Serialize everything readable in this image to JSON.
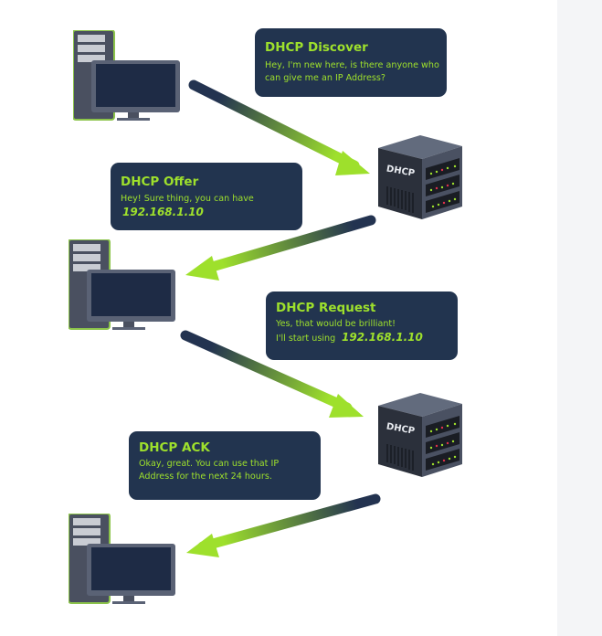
{
  "steps": [
    {
      "title": "DHCP Discover",
      "lines": [
        "Hey, I'm new here, is there anyone who",
        "can give me an IP Address?"
      ]
    },
    {
      "title": "DHCP Offer",
      "lines": [
        "Hey! Sure thing, you can have"
      ],
      "ip": "192.168.1.10"
    },
    {
      "title": "DHCP Request",
      "lines": [
        "Yes, that would be brilliant!",
        "I'll start using"
      ],
      "ip": "192.168.1.10"
    },
    {
      "title": "DHCP ACK",
      "lines": [
        "Okay, great. You can use that IP",
        "Address for the next 24 hours."
      ]
    }
  ],
  "server_label": "DHCP",
  "colors": {
    "box": "#22344f",
    "text": "#9ee02c",
    "arrow_start": "#233350",
    "arrow_end": "#9ee02c"
  }
}
